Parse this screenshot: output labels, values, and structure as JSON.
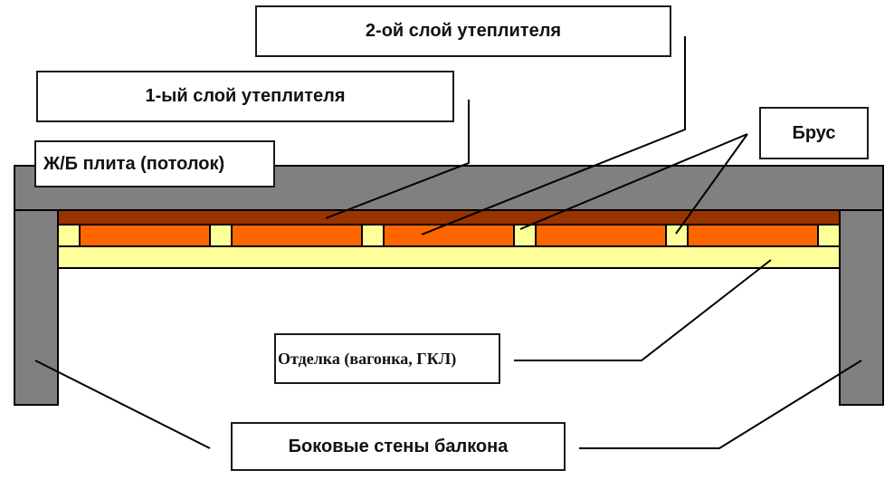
{
  "diagram": {
    "labels": {
      "second_insulation": "2-ой слой утеплителя",
      "first_insulation": "1-ый слой утеплителя",
      "slab": "Ж/Б плита (потолок)",
      "beam": "Брус",
      "finish": "Отделка (вагонка, ГКЛ)",
      "side_walls": "Боковые стены балкона"
    },
    "colors": {
      "concrete": "#808080",
      "first_layer": "#993300",
      "second_layer": "#ff6600",
      "beam": "#ffff99",
      "finish_board": "#ffff99",
      "outline": "#000000"
    },
    "beam_count": 6,
    "insulation_segment_count": 5
  }
}
